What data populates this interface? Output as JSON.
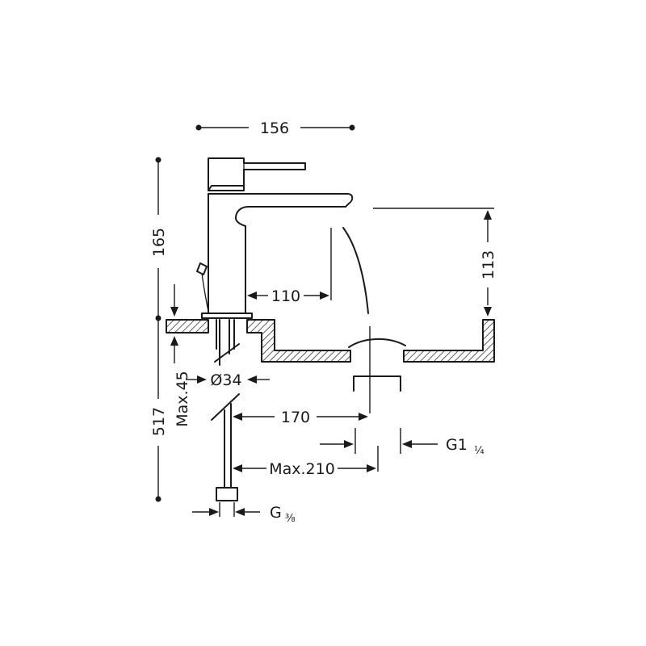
{
  "dimensions": {
    "width_top": "156",
    "height_total": "165",
    "spout_reach": "110",
    "spout_height": "113",
    "mount_depth": "517",
    "deck_thickness": "Max.45",
    "hole_diameter": "Ø34",
    "waste_offset": "170",
    "hose_reach": "Max.210",
    "waste_thread": "G1",
    "waste_thread_fraction": "¼",
    "inlet_thread": "G",
    "inlet_thread_fraction": "⅜"
  }
}
